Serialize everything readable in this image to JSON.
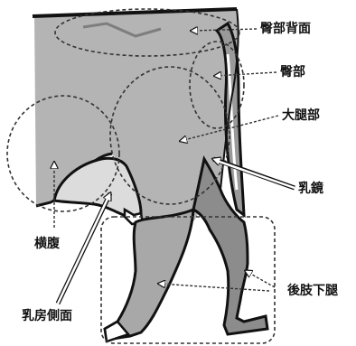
{
  "labels": {
    "rump_back": "臀部背面",
    "rump": "臀部",
    "thigh": "大腿部",
    "escutcheon": "乳鏡",
    "flank": "横腹",
    "udder_side": "乳房側面",
    "lower_hind_leg": "後肢下腿"
  },
  "colors": {
    "body_fill": "#b4b4b4",
    "leg_dark": "#8c8c8c",
    "outline": "#111111",
    "guide": "#333333"
  }
}
